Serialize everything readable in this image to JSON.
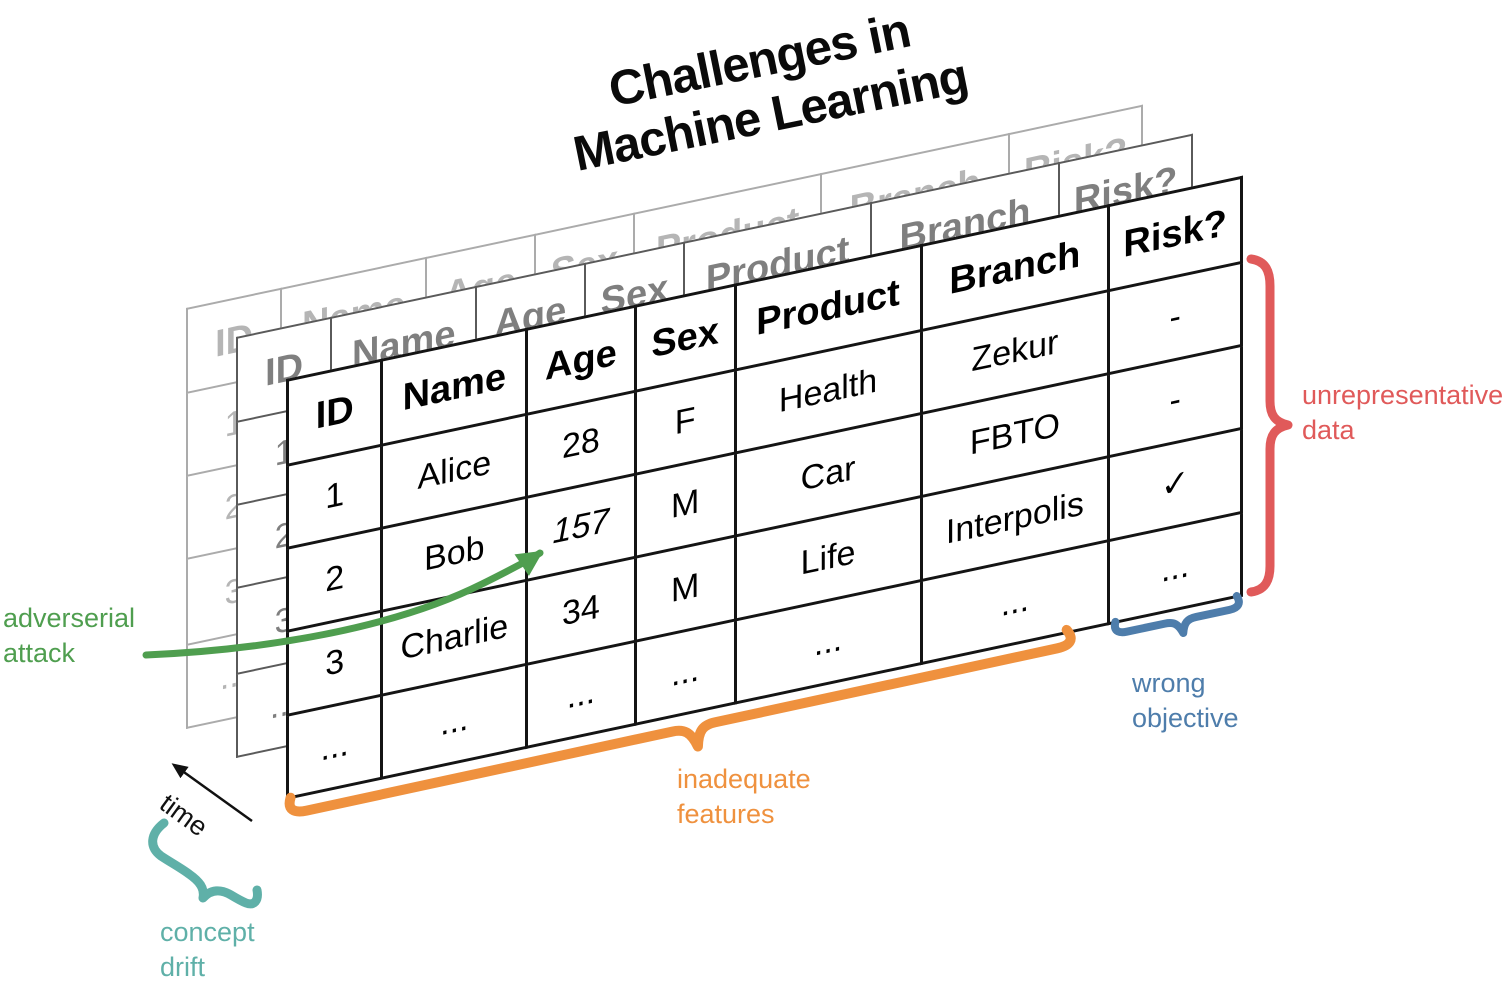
{
  "title": {
    "line1": "Challenges in",
    "line2": "Machine Learning"
  },
  "table": {
    "columns": [
      "ID",
      "Name",
      "Age",
      "Sex",
      "Product",
      "Branch",
      "Risk?"
    ],
    "rows": [
      [
        "1",
        "Alice",
        "28",
        "F",
        "Health",
        "Zekur",
        "-"
      ],
      [
        "2",
        "Bob",
        {
          "text": "157",
          "italic": true
        },
        "M",
        "Car",
        "FBTO",
        "-"
      ],
      [
        "3",
        "Charlie",
        "34",
        "M",
        "Life",
        "Interpolis",
        "✓"
      ],
      [
        "...",
        "...",
        "...",
        "...",
        "...",
        "...",
        "..."
      ]
    ]
  },
  "annotations": {
    "adversarial_attack": {
      "line1": "adverserial",
      "line2": "attack",
      "color": "#4f9e4f"
    },
    "inadequate_features": {
      "line1": "inadequate",
      "line2": "features",
      "color": "#ef913e"
    },
    "wrong_objective": {
      "line1": "wrong",
      "line2": "objective",
      "color": "#4e7dab"
    },
    "unrepresentative_data": {
      "line1": "unrepresentative",
      "line2": "data",
      "color": "#e05a5a"
    },
    "concept_drift": {
      "line1": "concept",
      "line2": "drift",
      "color": "#5fb0a8"
    },
    "time_axis": {
      "label": "time",
      "color": "#111111"
    }
  }
}
